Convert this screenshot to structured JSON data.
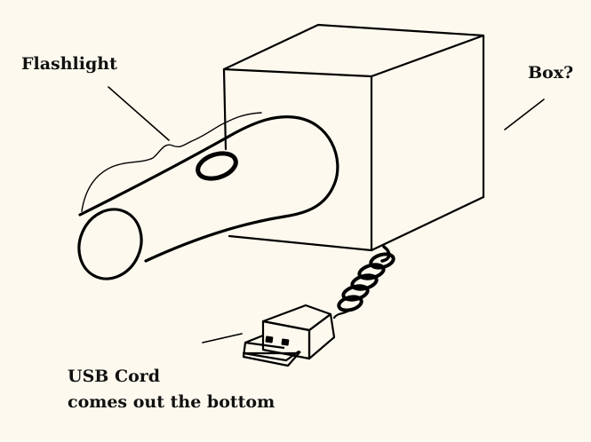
{
  "labels": {
    "flashlight": "Flashlight",
    "box": "Box?",
    "usb_line1": "USB Cord",
    "usb_line2": "comes out the bottom"
  },
  "colors": {
    "background": "#fdf9ee",
    "ink": "#000000"
  }
}
